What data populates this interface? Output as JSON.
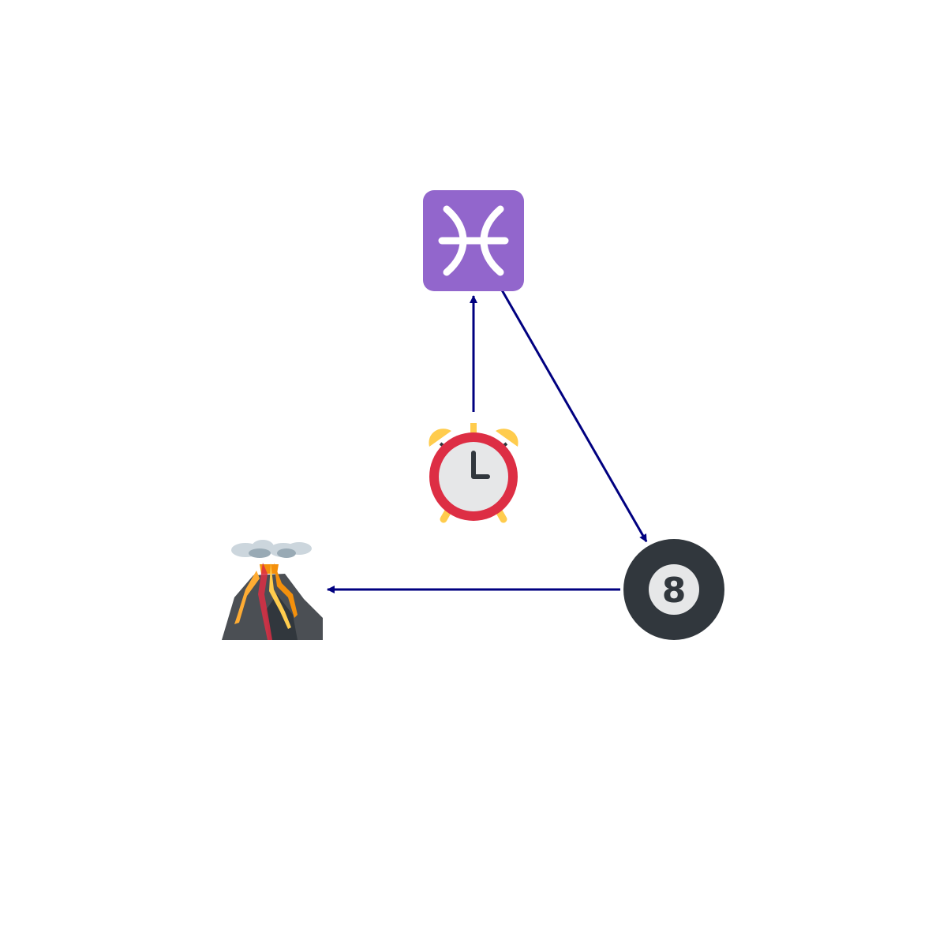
{
  "diagram": {
    "nodes": [
      {
        "id": "pisces",
        "icon": "pisces-zodiac-icon",
        "color": "#9266cc"
      },
      {
        "id": "alarm-clock",
        "icon": "alarm-clock-icon",
        "color": "#dd2e44"
      },
      {
        "id": "eight-ball",
        "icon": "billiard-8-ball-icon",
        "color": "#31373d",
        "label": "8"
      },
      {
        "id": "volcano",
        "icon": "volcano-icon",
        "color": "#4b4f54"
      }
    ],
    "edges": [
      {
        "from": "alarm-clock",
        "to": "pisces"
      },
      {
        "from": "pisces",
        "to": "eight-ball"
      },
      {
        "from": "eight-ball",
        "to": "volcano"
      }
    ],
    "edge_color": "#000080"
  }
}
